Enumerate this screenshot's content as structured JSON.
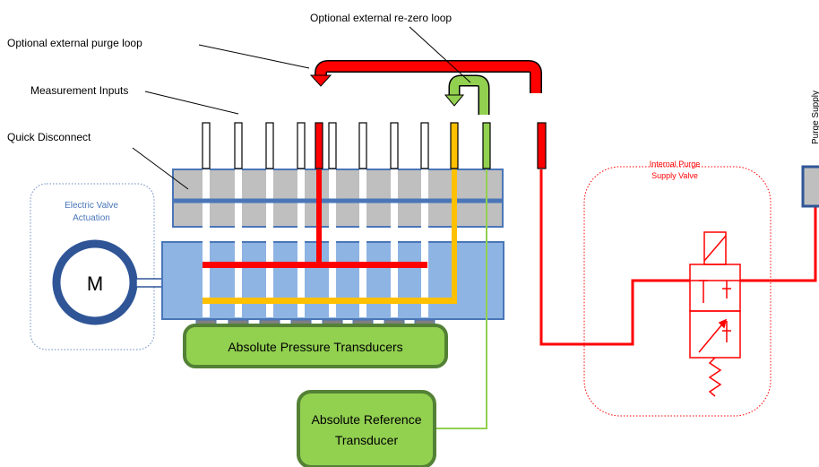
{
  "labels": {
    "purge_loop": "Optional external purge loop",
    "rezero_loop": "Optional external re-zero loop",
    "measurement_inputs": "Measurement Inputs",
    "quick_disconnect": "Quick Disconnect",
    "electric_valve_line1": "Electric Valve",
    "electric_valve_line2": "Actuation",
    "motor": "M",
    "abs_pressure": "Absolute Pressure Transducers",
    "abs_ref_line1": "Absolute Reference",
    "abs_ref_line2": "Transducer",
    "internal_purge_line1": "Internal Purge",
    "internal_purge_line2": "Supply Valve",
    "purge_supply": "Purge Supply"
  },
  "colors": {
    "red": "#ff0000",
    "orange": "#ffc000",
    "green_fill": "#92d050",
    "green_border": "#538135",
    "gray_fill": "#bfbfbf",
    "blue_border": "#4a76b8",
    "light_blue": "#8eb4e3",
    "dark_blue": "#2f5597",
    "motor_ring": "#4472c4"
  }
}
